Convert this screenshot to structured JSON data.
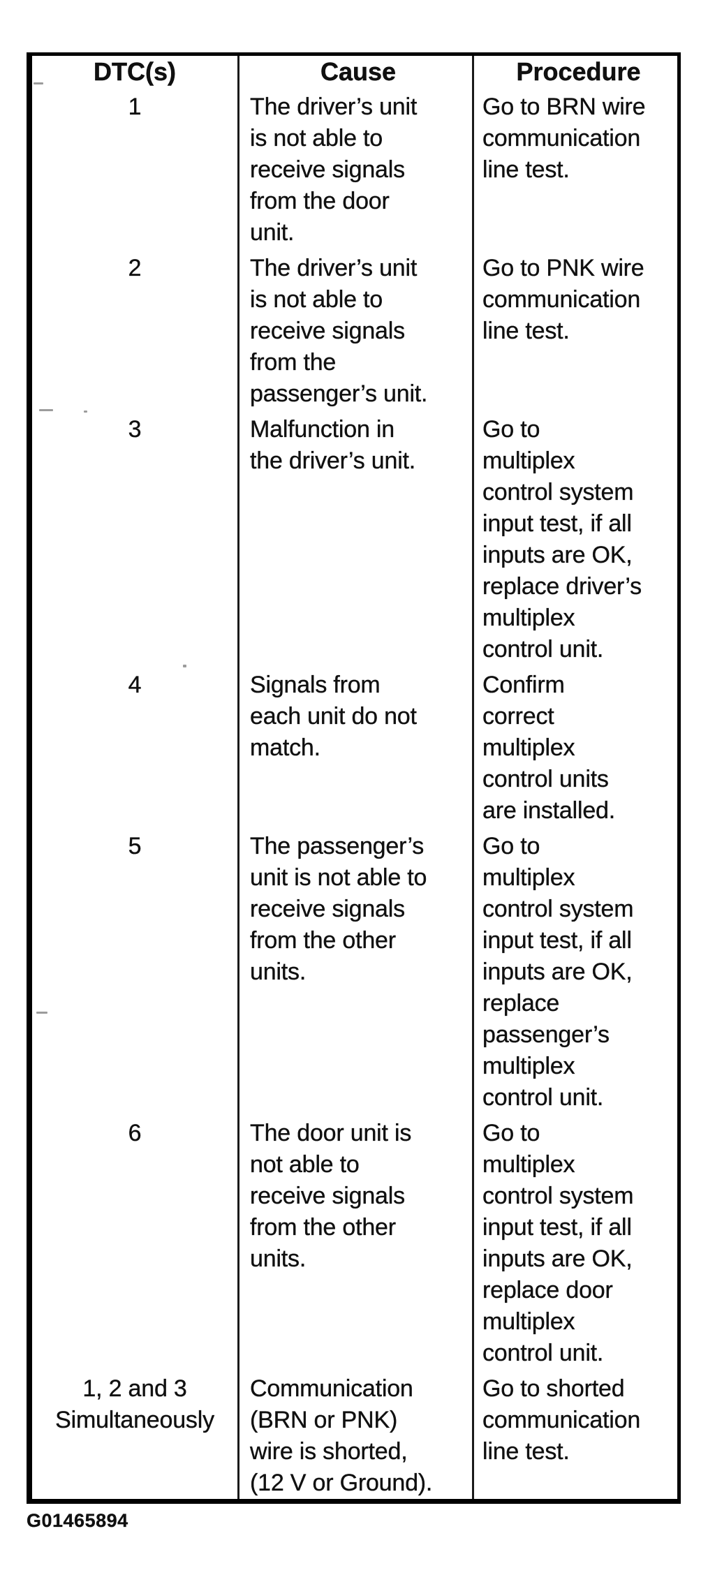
{
  "colors": {
    "ink": "#101010",
    "paper": "#ffffff",
    "border": "#000000"
  },
  "table": {
    "columns": [
      "DTC(s)",
      "Cause",
      "Procedure"
    ],
    "rows": [
      {
        "dtc": "1",
        "cause": "The driver’s unit\nis not able to\nreceive signals\nfrom the door\nunit.",
        "procedure": "Go to BRN wire\ncommunication\nline test."
      },
      {
        "dtc": "2",
        "cause": "The driver’s unit\nis not able to\nreceive signals\nfrom the\npassenger’s unit.",
        "procedure": "Go to PNK wire\ncommunication\nline test."
      },
      {
        "dtc": "3",
        "cause": "Malfunction in\nthe driver’s unit.",
        "procedure": "Go to\nmultiplex\ncontrol system\ninput test, if all\ninputs are OK,\nreplace driver’s\nmultiplex\ncontrol unit."
      },
      {
        "dtc": "4",
        "cause": "Signals from\neach unit do not\nmatch.",
        "procedure": "Confirm\ncorrect\nmultiplex\ncontrol units\nare installed."
      },
      {
        "dtc": "5",
        "cause": "The passenger’s\nunit is not able to\nreceive signals\nfrom the other\nunits.",
        "procedure": "Go to\nmultiplex\ncontrol system\ninput test, if all\ninputs are OK,\nreplace\npassenger’s\nmultiplex\ncontrol unit."
      },
      {
        "dtc": "6",
        "cause": "The door unit is\nnot able to\nreceive signals\nfrom the other\nunits.",
        "procedure": "Go to\nmultiplex\ncontrol system\ninput test, if all\ninputs are OK,\nreplace door\nmultiplex\ncontrol unit."
      },
      {
        "dtc": "1, 2 and 3\nSimultaneously",
        "cause": "Communication\n(BRN or PNK)\nwire is shorted,\n(12 V or Ground).",
        "procedure": "Go to shorted\ncommunication\nline test."
      }
    ]
  },
  "footer": {
    "figure_id": "G01465894"
  }
}
